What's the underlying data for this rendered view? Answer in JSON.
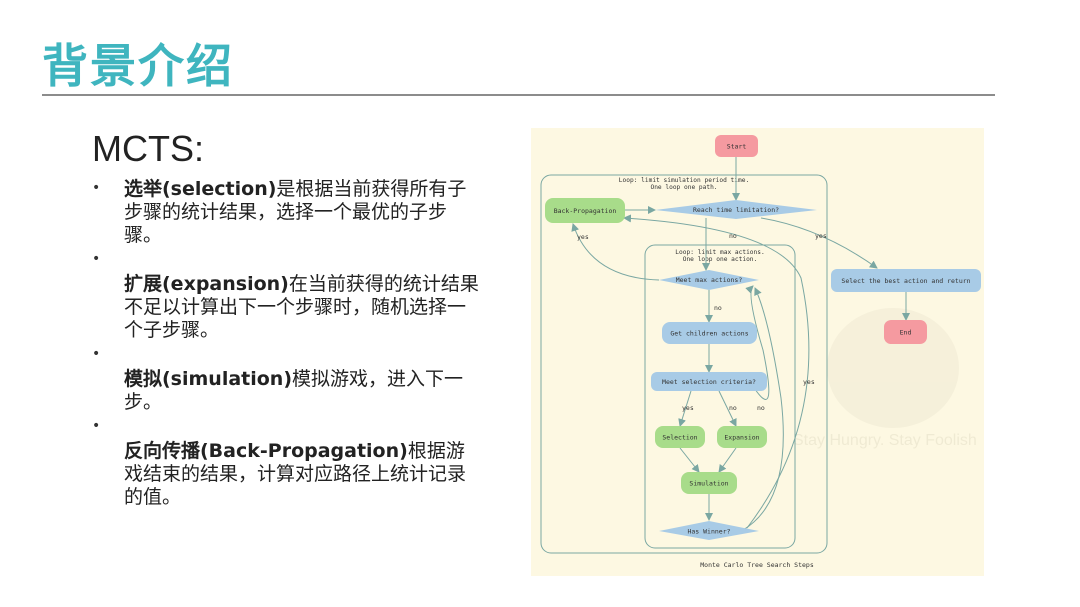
{
  "header": {
    "title": "背景介绍"
  },
  "content": {
    "heading": "MCTS:",
    "bullets": [
      {
        "term": "选举(selection)",
        "text": "是根据当前获得所有子步骤的统计结果，选择一个最优的子步骤。"
      },
      {
        "term": "扩展(expansion)",
        "text": "在当前获得的统计结果不足以计算出下一个步骤时，随机选择一个子步骤。"
      },
      {
        "term": "模拟(simulation)",
        "text": "模拟游戏，进入下一步。"
      },
      {
        "term": "反向传播(Back-Propagation)",
        "text": "根据游戏结束的结果，计算对应路径上统计记录的值。"
      }
    ],
    "bullet_glyph": "•"
  },
  "diagram": {
    "nodes": {
      "start": "Start",
      "backprop": "Back-Propagation",
      "reach_time": "Reach time limitation?",
      "meet_max": "Meet max actions?",
      "get_children": "Get children actions",
      "meet_selection": "Meet selection criteria?",
      "selection": "Selection",
      "expansion": "Expansion",
      "simulation": "Simulation",
      "has_winner": "Has Winner?",
      "select_best": "Select the best action and return",
      "end": "End"
    },
    "loops": {
      "outer_line1": "Loop: limit simulation period time.",
      "outer_line2": "One loop one path.",
      "inner_line1": "Loop: limit max actions.",
      "inner_line2": "One loop one action."
    },
    "edge_labels": {
      "yes_backprop": "yes",
      "no_reach": "no",
      "yes_reach": "yes",
      "no_meetmax": "no",
      "yes_sel": "yes",
      "no_sel": "no",
      "no_sel2": "no",
      "yes_winner": "yes"
    },
    "watermark": "Stay Hungry. Stay Foolish",
    "caption": "Monte Carlo Tree Search Steps",
    "colors": {
      "bg": "#fdf8e2",
      "pink": "#f59aa0",
      "green": "#a8dc8a",
      "blue": "#a8cbe6",
      "line": "#7aa7a2",
      "title": "#3fb5bf"
    }
  }
}
